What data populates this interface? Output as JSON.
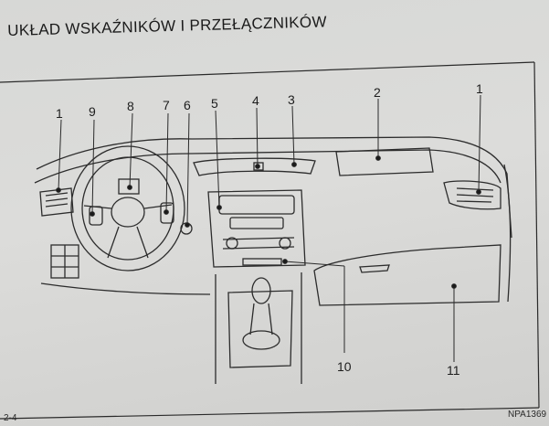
{
  "page": {
    "title": "UKŁAD WSKAŹNIKÓW I PRZEŁĄCZNIKÓW",
    "page_number": "2-4",
    "figure_code": "NPA1369"
  },
  "callouts": [
    "1",
    "9",
    "8",
    "7",
    "6",
    "5",
    "4",
    "3",
    "2",
    "1",
    "10",
    "11"
  ]
}
